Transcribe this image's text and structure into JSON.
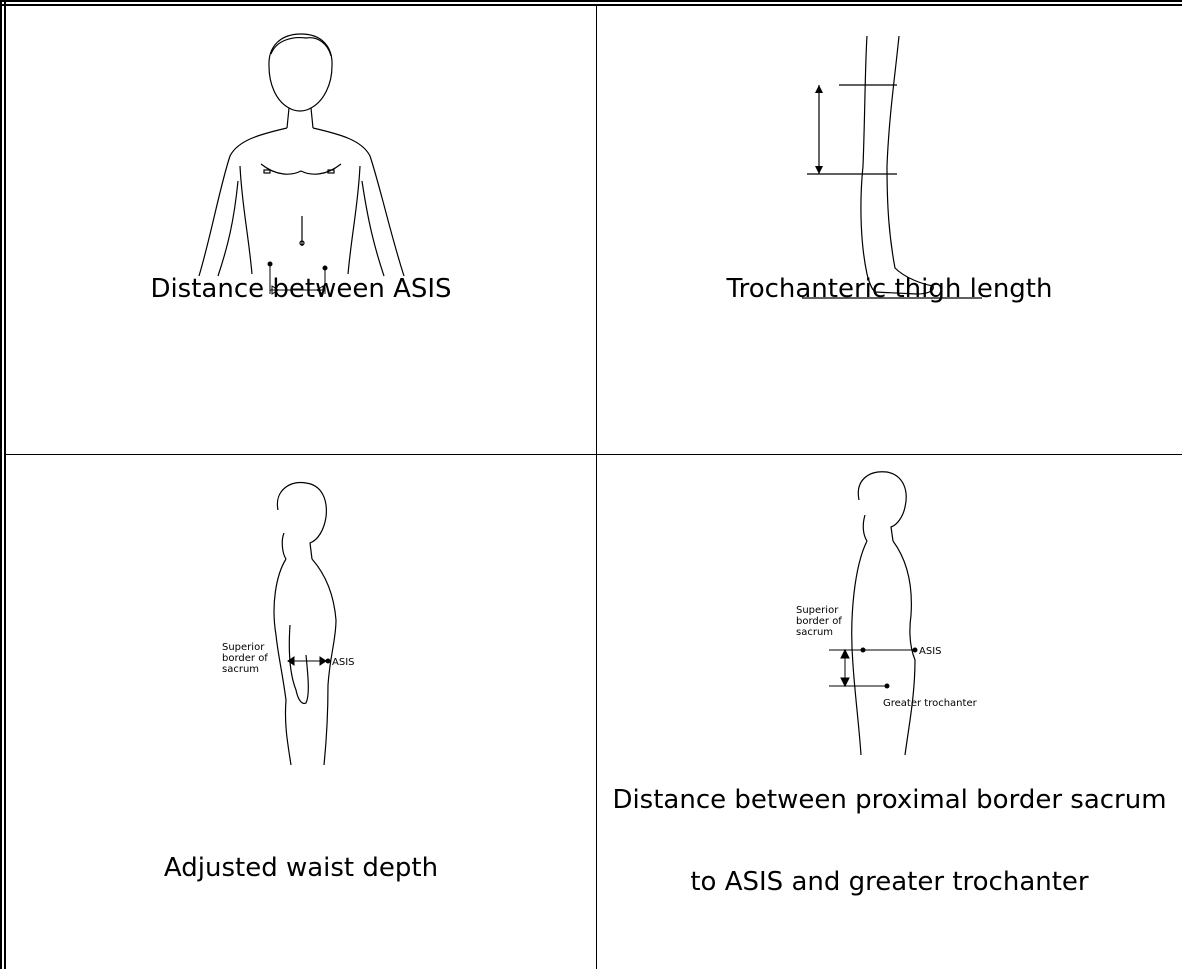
{
  "cells": [
    {
      "caption": "Distance between ASIS"
    },
    {
      "caption": "Trochanteric thigh length"
    },
    {
      "caption": "Adjusted waist depth",
      "labels": {
        "sacrum": [
          "Superior",
          "border of",
          "sacrum"
        ],
        "asis": "ASIS"
      }
    },
    {
      "caption_lines": [
        "Distance between proximal border sacrum",
        "to ASIS and greater trochanter"
      ],
      "labels": {
        "sacrum": [
          "Superior",
          "border of",
          "sacrum"
        ],
        "asis": "ASIS",
        "trochanter": "Greater trochanter"
      }
    }
  ]
}
